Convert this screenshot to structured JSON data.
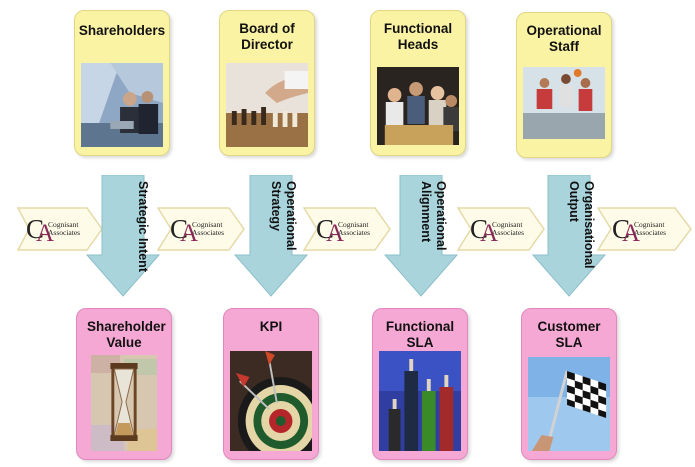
{
  "top_cards": [
    {
      "title": "Shareholders"
    },
    {
      "title": "Board of Director"
    },
    {
      "title": "Functional Heads"
    },
    {
      "title": "Operational Staff"
    }
  ],
  "bottom_cards": [
    {
      "title": "Shareholder Value"
    },
    {
      "title": "KPI"
    },
    {
      "title": "Functional SLA"
    },
    {
      "title": "Customer SLA"
    }
  ],
  "arrows": [
    {
      "label": "Strategic Intent"
    },
    {
      "label": "Operational Strategy"
    },
    {
      "label": "Operational Alignment"
    },
    {
      "label": "Organisational Output"
    }
  ],
  "logo": {
    "mark_c": "C",
    "mark_a": "A",
    "line1": "Cognisant",
    "line2": "Associates"
  },
  "colors": {
    "top_card": "#fbf3a4",
    "bottom_card": "#f6a8d4",
    "arrow": "#a9d4dc",
    "chevron": "#fefce8"
  }
}
